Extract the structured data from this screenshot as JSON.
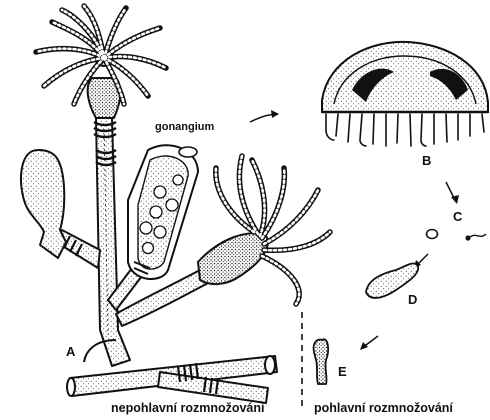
{
  "labels": {
    "gonangium": "gonangium",
    "A": "A",
    "B": "B",
    "C": "C",
    "D": "D",
    "E": "E"
  },
  "captions": {
    "asexual": "nepohlavní rozmnožování",
    "sexual": "pohlavní rozmnožování"
  }
}
